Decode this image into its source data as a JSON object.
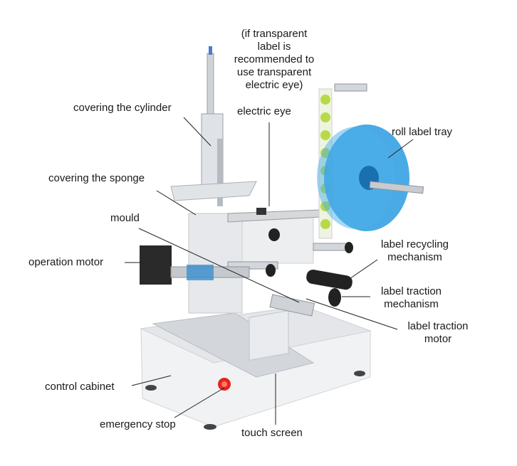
{
  "note": [
    "(if transparent",
    "label is",
    "recommended to",
    "use transparent",
    "electric eye)"
  ],
  "labels": {
    "covering_cylinder": "covering the cylinder",
    "electric_eye": "electric eye",
    "roll_label_tray": "roll label tray",
    "covering_sponge": "covering the sponge",
    "mould": "mould",
    "operation_motor": "operation motor",
    "label_recycling": [
      "label recycling",
      "mechanism"
    ],
    "label_traction_mech": [
      "label traction",
      "mechanism"
    ],
    "label_traction_motor": [
      "label traction",
      "motor"
    ],
    "control_cabinet": "control cabinet",
    "emergency_stop": "emergency stop",
    "touch_screen": "touch screen"
  },
  "colors": {
    "tray": "#2a9be0",
    "estop": "#e8241c",
    "label_green": "#b8d94a",
    "metal": "#c8ccd0"
  }
}
